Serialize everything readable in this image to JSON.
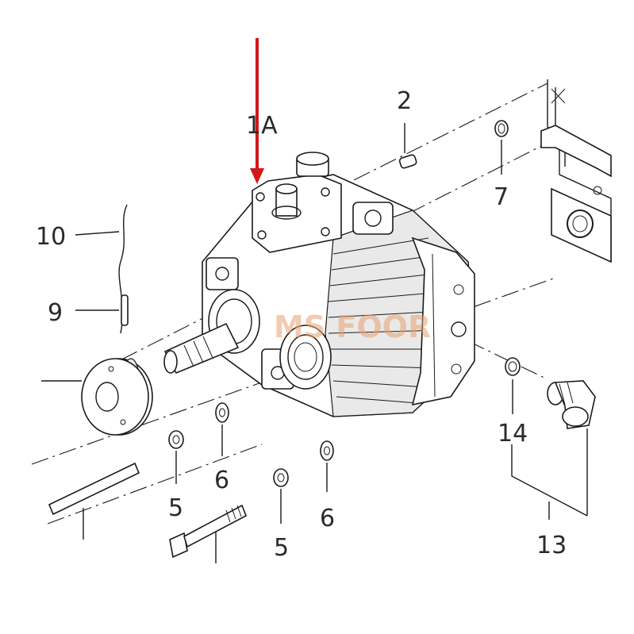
{
  "callouts": {
    "c1A": "1A",
    "c2": "2",
    "c5a": "5",
    "c5b": "5",
    "c6a": "6",
    "c6b": "6",
    "c7": "7",
    "c9": "9",
    "c10": "10",
    "c13": "13",
    "c14": "14"
  },
  "watermark": "MS FOOR",
  "colors": {
    "arrow": "#d01818",
    "line": "#1a1a1a",
    "watermark": "#e8a070"
  }
}
